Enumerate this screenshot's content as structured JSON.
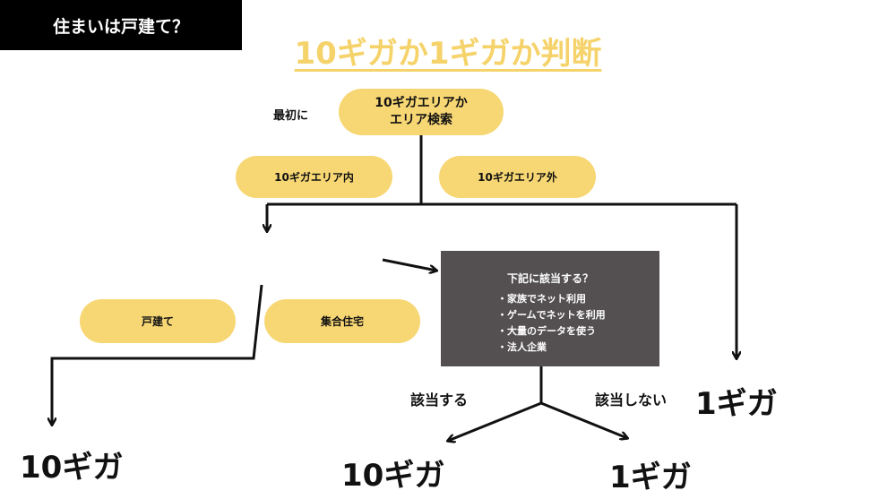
{
  "title": "10ギガか1ギガか判断",
  "first_label": "最初に",
  "start_node": {
    "line1": "10ギガエリアか",
    "line2": "エリア検索"
  },
  "area_in": "10ギガエリア内",
  "area_out": "10ギガエリア外",
  "question_house": "住まいは戸建て？",
  "house_detached": "戸建て",
  "house_apartment": "集合住宅",
  "question_usage": {
    "title": "下記に該当する？",
    "items": [
      "・家族でネット利用",
      "・ゲームでネットを利用",
      "・大量のデータを使う",
      "・法人企業"
    ]
  },
  "yes_label": "該当する",
  "no_label": "該当しない",
  "results": {
    "detached": "10ギガ",
    "usage_yes": "10ギガ",
    "usage_no": "1ギガ",
    "area_out": "1ギガ"
  },
  "colors": {
    "pill": "#f7d774",
    "title": "#f5d36a",
    "question_box": "#545052",
    "dark_box": "#000000"
  }
}
